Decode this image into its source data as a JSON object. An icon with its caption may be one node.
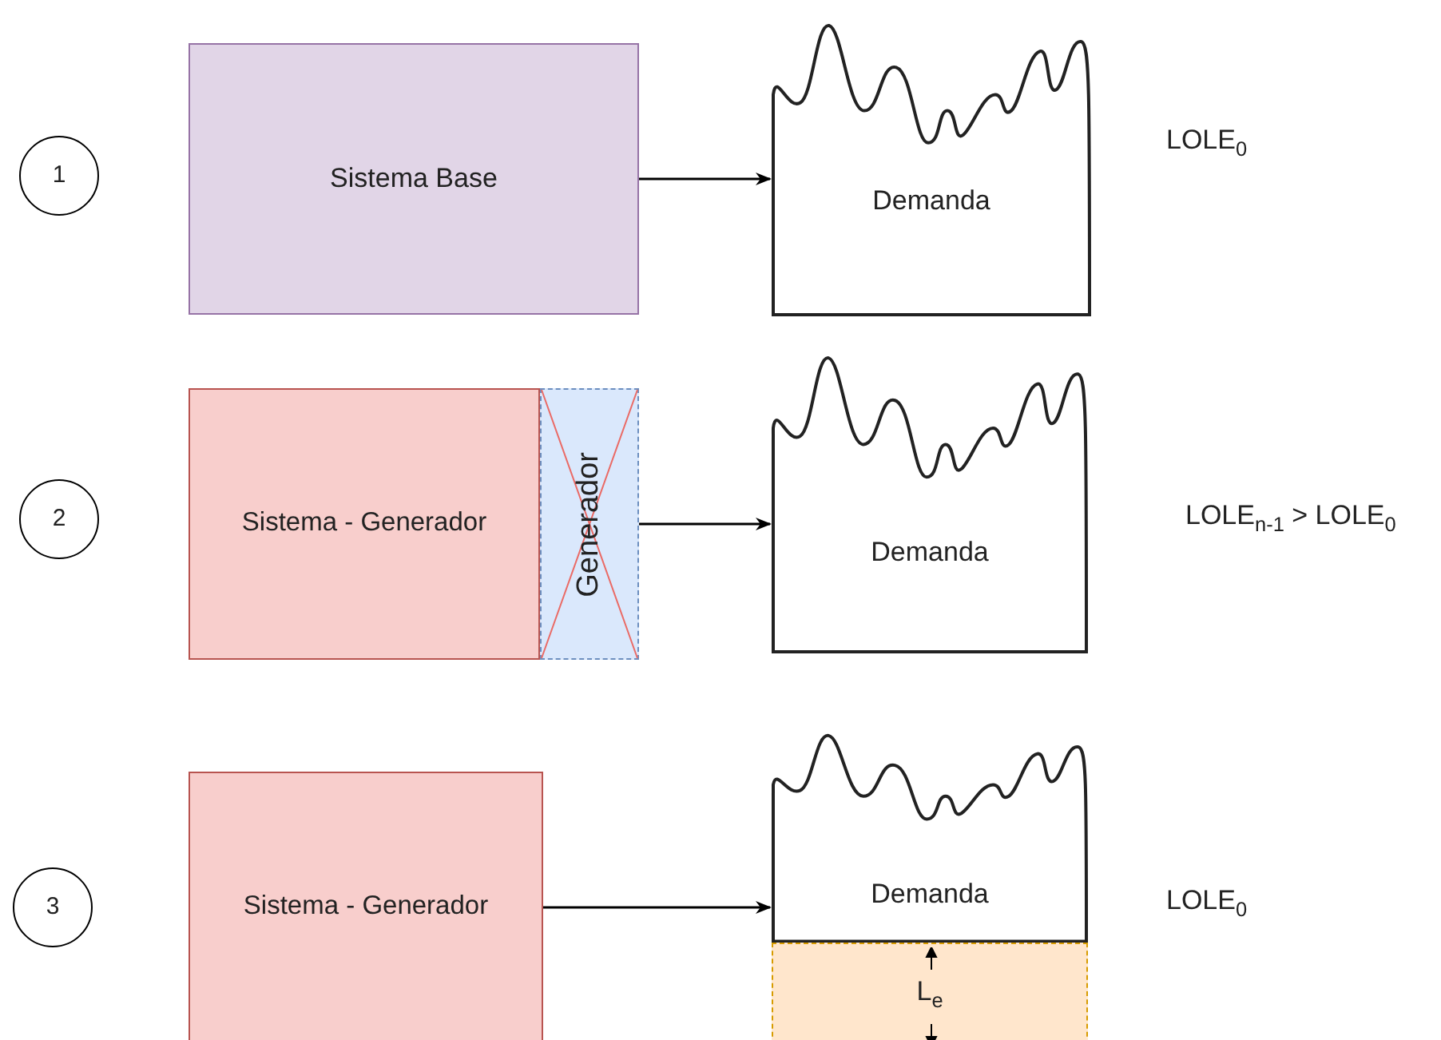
{
  "diagram": {
    "nodes": [
      {
        "text": [
          "1"
        ]
      },
      {
        "text": [
          "Sistema Base"
        ]
      },
      {
        "text": [
          "Demanda"
        ]
      },
      {
        "text": [
          "2"
        ]
      },
      {
        "text": [
          "Sistema - Generador"
        ]
      },
      {
        "text": [
          "Generador"
        ]
      },
      {
        "text": [
          "Demanda"
        ]
      },
      {
        "text": [
          "3"
        ]
      },
      {
        "text": [
          "Sistema - Generador"
        ]
      },
      {
        "text": [
          "Demanda"
        ]
      },
      {
        "text": [
          "L$_{e}$"
        ]
      }
    ],
    "edges": [
      {
        "from": 1,
        "to": 2,
        "arrow": "to"
      },
      {
        "from": 5,
        "to": 6,
        "arrow": "to"
      },
      {
        "from": 8,
        "to": 9,
        "arrow": "to"
      }
    ],
    "labels": [
      "LOLE$_{0}$",
      "LOLE$_{n-1}$ > LOLE$_{0}$",
      "LOLE$_{0}$"
    ]
  }
}
